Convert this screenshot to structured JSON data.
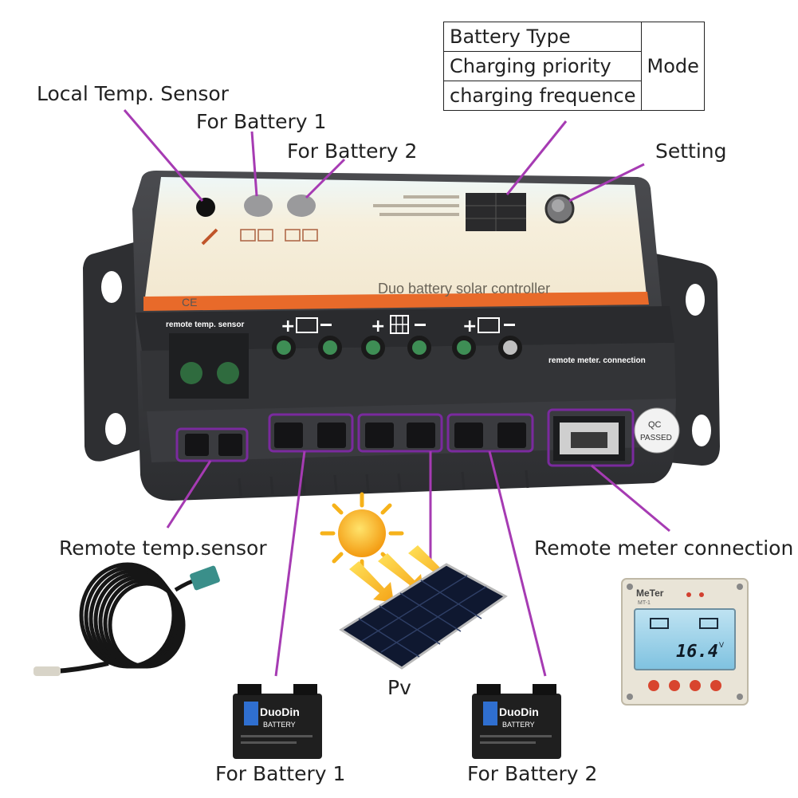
{
  "mode_table": {
    "rows": [
      "Battery Type",
      "Charging priority",
      "charging frequence"
    ],
    "group_label": "Mode"
  },
  "callouts": {
    "local_temp_sensor": "Local Temp. Sensor",
    "for_battery_1_top": "For Battery 1",
    "for_battery_2_top": "For Battery 2",
    "setting": "Setting",
    "remote_temp_sensor": "Remote temp.sensor",
    "remote_meter_connection": "Remote meter connection",
    "pv": "Pv",
    "for_battery_1_bottom": "For Battery 1",
    "for_battery_2_bottom": "For Battery 2"
  },
  "device": {
    "faceplate_text": "Duo battery solar controller",
    "remote_temp_label": "remote temp. sensor",
    "remote_meter_label": "remote meter. connection",
    "qc_badge": [
      "QC",
      "PASSED"
    ],
    "ce_mark": "CE"
  },
  "battery_brand": [
    "DuoDin",
    "BATTERY"
  ],
  "meter": {
    "brand": "MeTer",
    "model": "MT-1",
    "reading": "16.4",
    "unit": "V"
  },
  "colors": {
    "callout_line": "#a63bb3",
    "highlight": "#7a2a9e",
    "housing": "#3a3b3e",
    "faceplate": "#f4ecd9",
    "sun": "#f6b21a"
  }
}
